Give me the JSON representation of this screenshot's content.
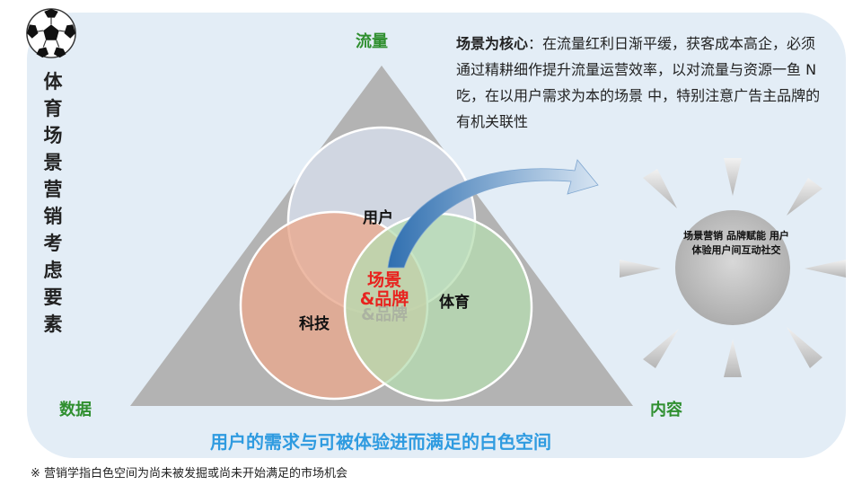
{
  "title": "体育场景营销考虑要素",
  "corners": {
    "top": "流量",
    "left": "数据",
    "right": "内容"
  },
  "circles": {
    "user": "用户",
    "tech": "科技",
    "sport": "体育"
  },
  "center": {
    "line1": "场景",
    "line2": "&品牌"
  },
  "description": {
    "key": "场景为核心",
    "text": "：在流量红利日渐平缓，获客成本高企，必须通过精耕细作提升流量运营效率，以对流量与资源一鱼 N 吃，在以用户需求为本的场景 中，特别注意广告主品牌的有机关联性"
  },
  "sun_text": "场景营销 品牌赋能 用户体验用户间互动社交",
  "bottom_line": "用户的需求与可被体验进而满足的白色空间",
  "footnote": "※ 营销学指白色空间为尚未被发掘或尚未开始满足的市场机会",
  "colors": {
    "panel": "#e3edf6",
    "triangle": "#b3b3b3",
    "corner_label": "#2f8f2f",
    "center_text": "#e8231f",
    "bottom_line": "#2f9be0",
    "circle_user": "#d5dce9",
    "circle_tech": "#e8a98f",
    "circle_sport": "#b6dcb0"
  }
}
